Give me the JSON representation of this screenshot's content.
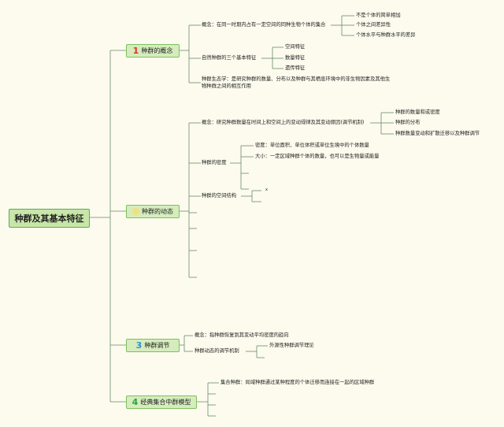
{
  "root": "种群及其基本特征",
  "colors": {
    "background": "#fcfbee",
    "node_fill": "#d5ecbd",
    "line": "#6a8a6a"
  },
  "b1": {
    "num": "1",
    "num_color": "#d9342b",
    "label": "种群的概念",
    "concept": "概念：在同一时期内占有一定空间的同种生物个体的集合",
    "concept_sub": [
      "不是个体的简单相加",
      "个体之间差异性",
      "个体水平与种群水平的差异"
    ],
    "three": "自然种群的三个基本特征",
    "three_sub": [
      "空间特征",
      "数量特征",
      "遗传特征"
    ],
    "ecology": "种群生态学：是研究种群的数量、分布以及种群与其栖息环境中的非生物因素及其他生物种群之间的相互作用"
  },
  "b2": {
    "num_color": "#f2e07a",
    "label": "种群的动态",
    "concept": "概念：研究种群数量在时间上和空间上的变动规律及其变动原因(调节机制)",
    "concept_sub": [
      "种群的数量和或密度",
      "种群的分布",
      "种群数量变动和扩散迁移以及种群调节"
    ],
    "density": "种群的密度",
    "density_sub": [
      "密度：单位面积、单位体积或单位生境中的个体数量",
      "大小：一定区域种群个体的数量，也可以是生物量或能量"
    ],
    "spatial": "种群的空间结构",
    "spatial_mark": "x"
  },
  "b3": {
    "num": "3",
    "num_color": "#2c8fd6",
    "label": "种群调节",
    "concept": "概念：指种群恢复到其变动平均密度的趋向",
    "mech": "种群动态的调节机制",
    "mech_sub": "外源性种群调节理论"
  },
  "b4": {
    "num": "4",
    "num_color": "#2aa33a",
    "label": "经典集合中群模型",
    "item": "集合种群：局域种群通过某种程度的个体迁移而连接在一起的区域种群"
  }
}
